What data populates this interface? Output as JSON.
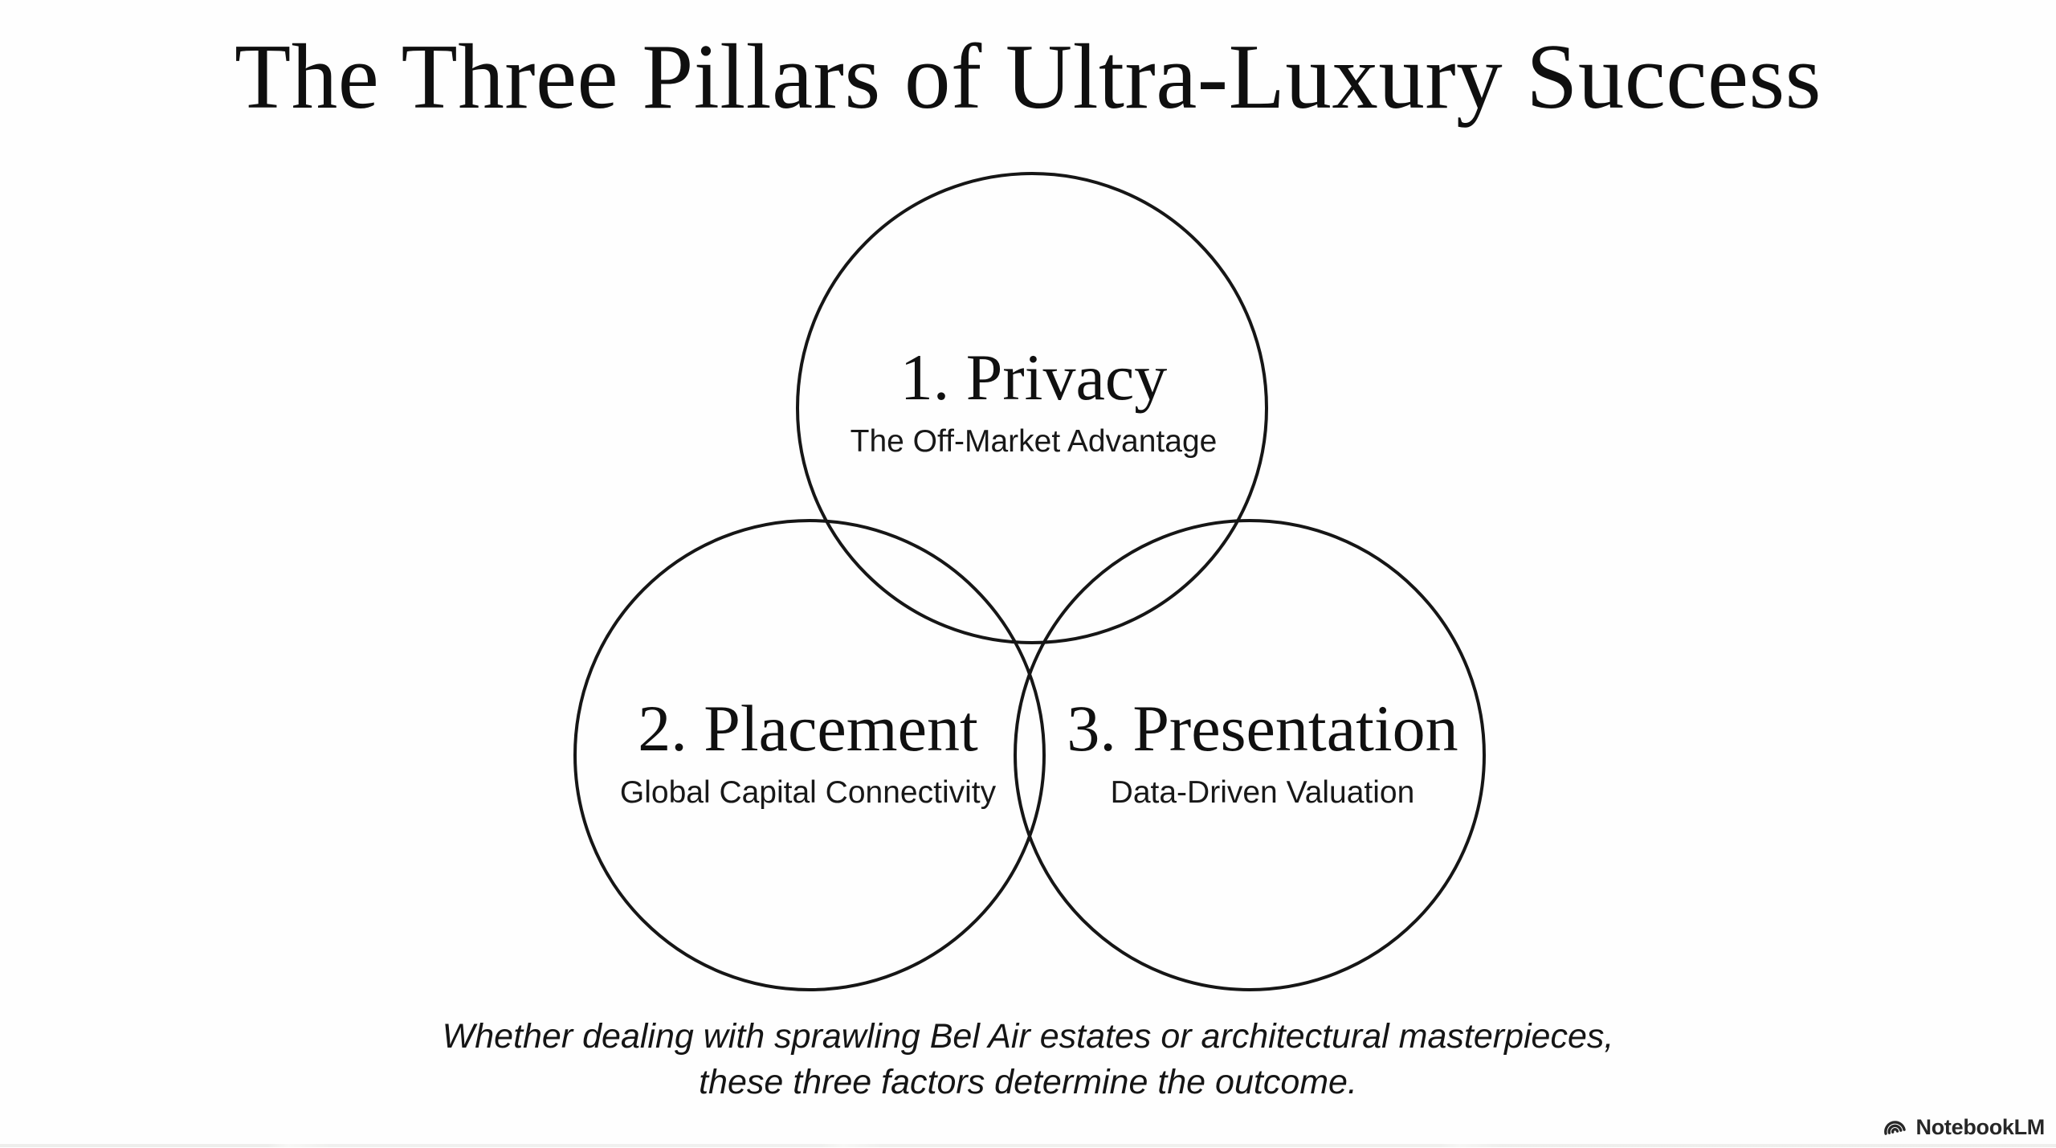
{
  "title": "The Three Pillars of Ultra-Luxury Success",
  "diagram": {
    "type": "venn",
    "stroke_color": "#161616",
    "background_color": "#fefefe",
    "circles": [
      {
        "id": "privacy",
        "heading": "1. Privacy",
        "subtitle": "The Off-Market Advantage"
      },
      {
        "id": "placement",
        "heading": "2. Placement",
        "subtitle": "Global Capital Connectivity"
      },
      {
        "id": "presentation",
        "heading": "3. Presentation",
        "subtitle": "Data-Driven Valuation"
      }
    ]
  },
  "footer": {
    "line1": "Whether dealing with sprawling Bel Air estates or architectural masterpieces,",
    "line2": "these three factors determine the outcome."
  },
  "branding": {
    "logo_text": "NotebookLM",
    "icon": "notebooklm-wave-icon",
    "color": "#272727"
  }
}
